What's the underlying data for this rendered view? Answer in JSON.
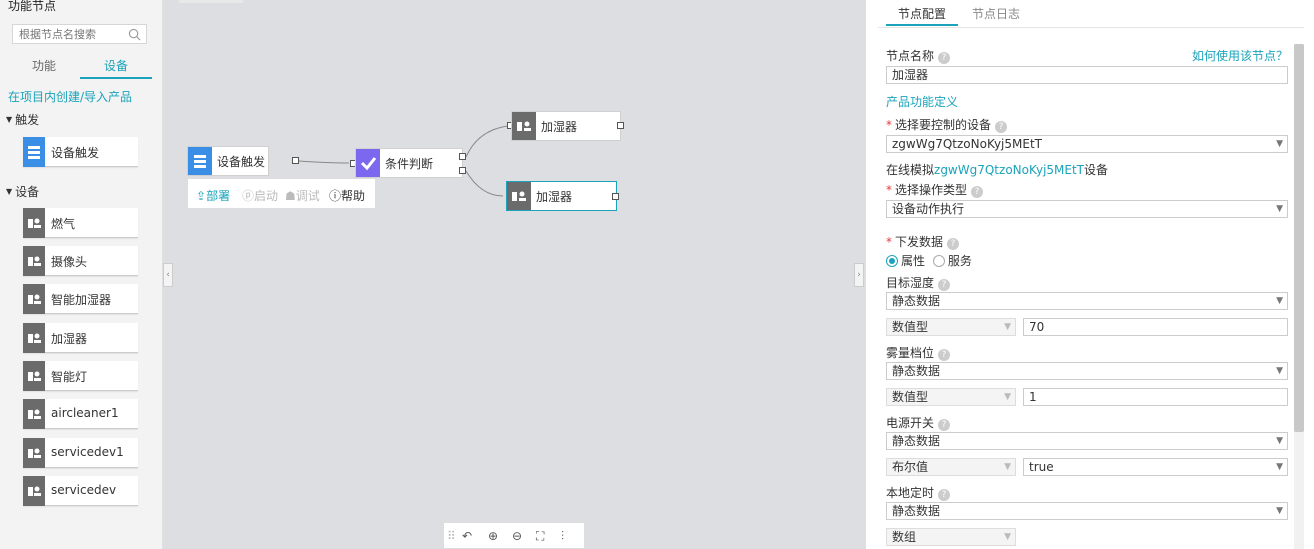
{
  "left": {
    "title": "功能节点",
    "search_placeholder": "根据节点名搜索",
    "tabs": [
      "功能",
      "设备"
    ],
    "import_link": "在项目内创建/导入产品",
    "trigger_group": "触发",
    "trigger_items": [
      "设备触发"
    ],
    "device_group": "设备",
    "device_items": [
      "燃气",
      "摄像头",
      "智能加湿器",
      "加湿器",
      "智能灯",
      "aircleaner1",
      "servicedev1",
      "servicedev"
    ]
  },
  "canvas": {
    "nodes": {
      "trigger": "设备触发",
      "condition": "条件判断",
      "humidifier1": "加湿器",
      "humidifier2": "加湿器"
    },
    "toolbar": {
      "deploy": "部署",
      "start": "启动",
      "debug": "调试",
      "help": "帮助"
    }
  },
  "right": {
    "tabs": [
      "节点配置",
      "节点日志"
    ],
    "node_name_label": "节点名称",
    "how_to_link": "如何使用该节点？",
    "node_name_value": "加湿器",
    "product_def_link": "产品功能定义",
    "select_device_label": "选择要控制的设备",
    "select_device_value": "zgwWg7QtzoNoKyj5MEtT",
    "online_sim_prefix": "在线模拟",
    "online_sim_device": "zgwWg7QtzoNoKyj5MEtT",
    "online_sim_suffix": "设备",
    "op_type_label": "选择操作类型",
    "op_type_value": "设备动作执行",
    "send_data_label": "下发数据",
    "radio_property": "属性",
    "radio_service": "服务",
    "fields": [
      {
        "label": "目标湿度",
        "source": "静态数据",
        "type": "数值型",
        "value": "70"
      },
      {
        "label": "雾量档位",
        "source": "静态数据",
        "type": "数值型",
        "value": "1"
      },
      {
        "label": "电源开关",
        "source": "静态数据",
        "type": "布尔值",
        "value": "true"
      },
      {
        "label": "本地定时",
        "source": "静态数据",
        "type": "数组",
        "value": ""
      }
    ]
  }
}
